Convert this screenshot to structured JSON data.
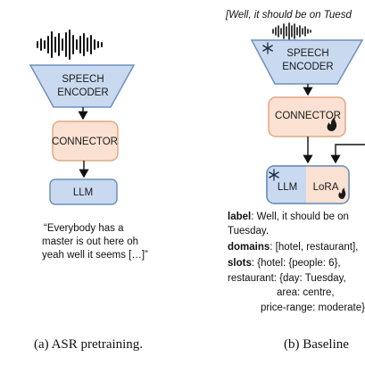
{
  "panel_a": {
    "speech_encoder": [
      "SPEECH",
      "ENCODER"
    ],
    "connector": "CONNECTOR",
    "llm": "LLM",
    "output_lines": [
      "“Everybody has a",
      "master is out here oh",
      "yeah well it seems […]”"
    ],
    "caption": "(a) ASR pretraining."
  },
  "panel_b": {
    "prompt": "[Well, it should be on Tuesd",
    "speech_encoder": [
      "SPEECH",
      "ENCODER"
    ],
    "connector": "CONNECTOR",
    "llm": "LLM",
    "lora": "LoRA",
    "annotation": {
      "label_key": "label",
      "label_value_line1": ": Well, it should be on",
      "label_value_line2": "Tuesday.",
      "domains_key": "domains",
      "domains_value": ": [hotel, restaurant],",
      "slots_key": "slots",
      "slots_value": ": {hotel: {people: 6},",
      "restaurant_line": "restaurant: {day: Tuesday,",
      "area_line": "area: centre,",
      "price_line": "price-range: moderate}"
    },
    "caption": "(b) Baseline"
  },
  "colors": {
    "encoder_fill": "#c9daf0",
    "encoder_stroke": "#6f8fc0",
    "connector_fill": "#fbe1d2",
    "connector_stroke": "#e2a884",
    "llm_fill": "#c9daf0",
    "llm_stroke": "#6f8fc0",
    "lora_fill": "#fbe1d2"
  },
  "icons": [
    "waveform-icon",
    "snowflake-icon",
    "flame-icon"
  ]
}
